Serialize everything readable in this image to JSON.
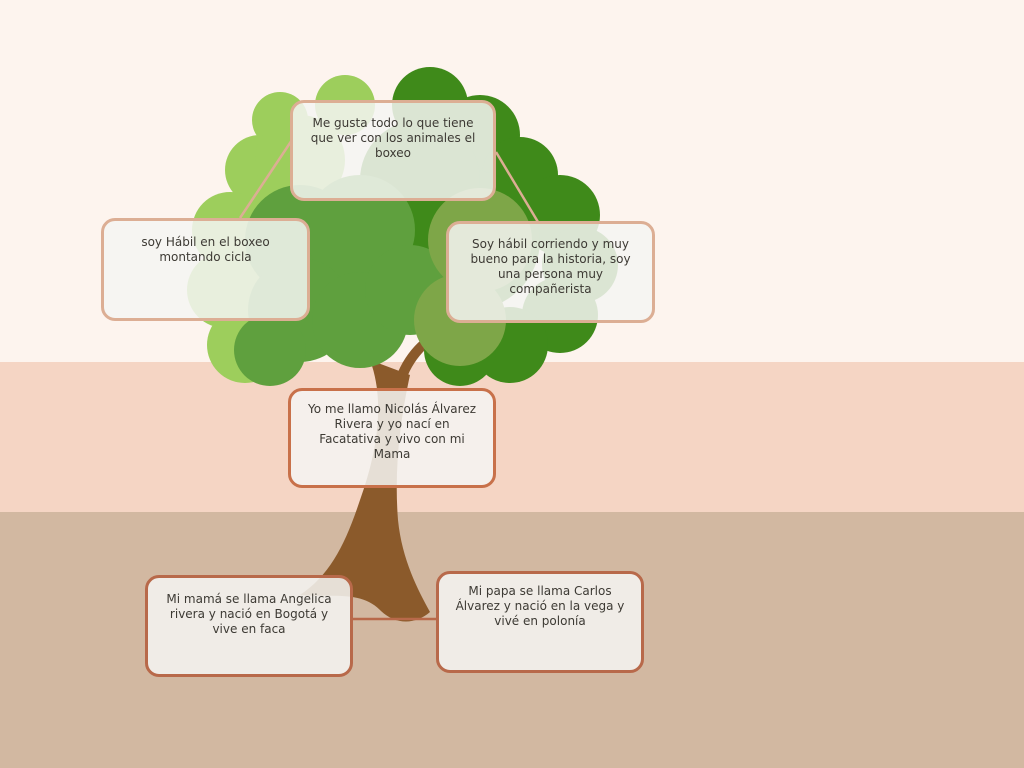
{
  "colors": {
    "sky": "#fdf4ee",
    "wall": "#f5d5c4",
    "ground": "#d2b8a1",
    "foliage_light": "#9dce5c",
    "foliage_mid": "#5fa03e",
    "foliage_dark": "#3f8a1a",
    "trunk": "#8b5a2b"
  },
  "cards": {
    "top": "Me gusta todo lo que tiene que ver con los animales el boxeo",
    "left": "soy Hábil en el boxeo montando cicla",
    "right": "Soy hábil corriendo y muy bueno para la historia, soy una persona muy compañerista",
    "center": "Yo me llamo Nicolás Álvarez Rivera y yo nací en Facatativa y vivo con mi Mama",
    "mother": "Mi mamá se llama Angelica rivera y nació en Bogotá y vive en faca",
    "father": "Mi papa se llama Carlos Álvarez y nació en la vega y vivé en polonía"
  }
}
